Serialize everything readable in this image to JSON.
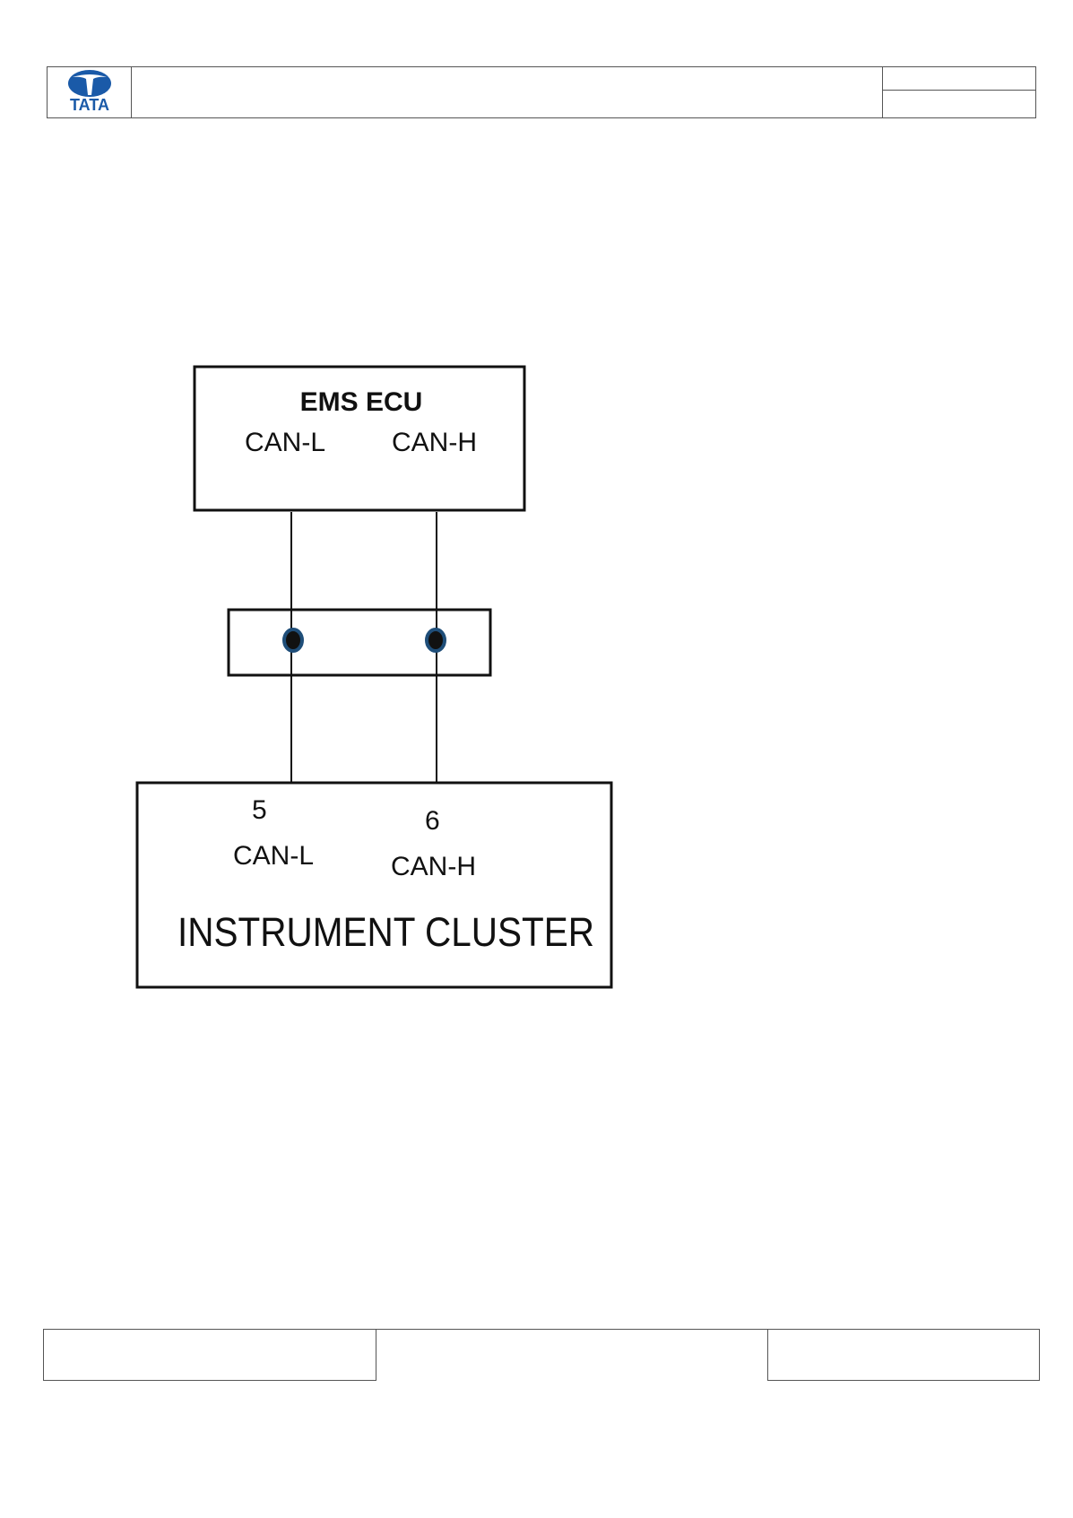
{
  "header": {
    "logo_text": "TATA",
    "title": "",
    "right_top": "",
    "right_bottom": ""
  },
  "diagram": {
    "ems_box": {
      "title": "EMS ECU",
      "pin_left": "CAN-L",
      "pin_right": "CAN-H"
    },
    "connector": {
      "label": ""
    },
    "cluster_box": {
      "pin_left_number": "5",
      "pin_left_label": "CAN-L",
      "pin_right_number": "6",
      "pin_right_label": "CAN-H",
      "title": "INSTRUMENT CLUSTER"
    },
    "colors": {
      "line": "#111111",
      "connector_dot": "#1f4e79"
    }
  },
  "footer": {
    "left": "",
    "middle": "",
    "right": ""
  }
}
